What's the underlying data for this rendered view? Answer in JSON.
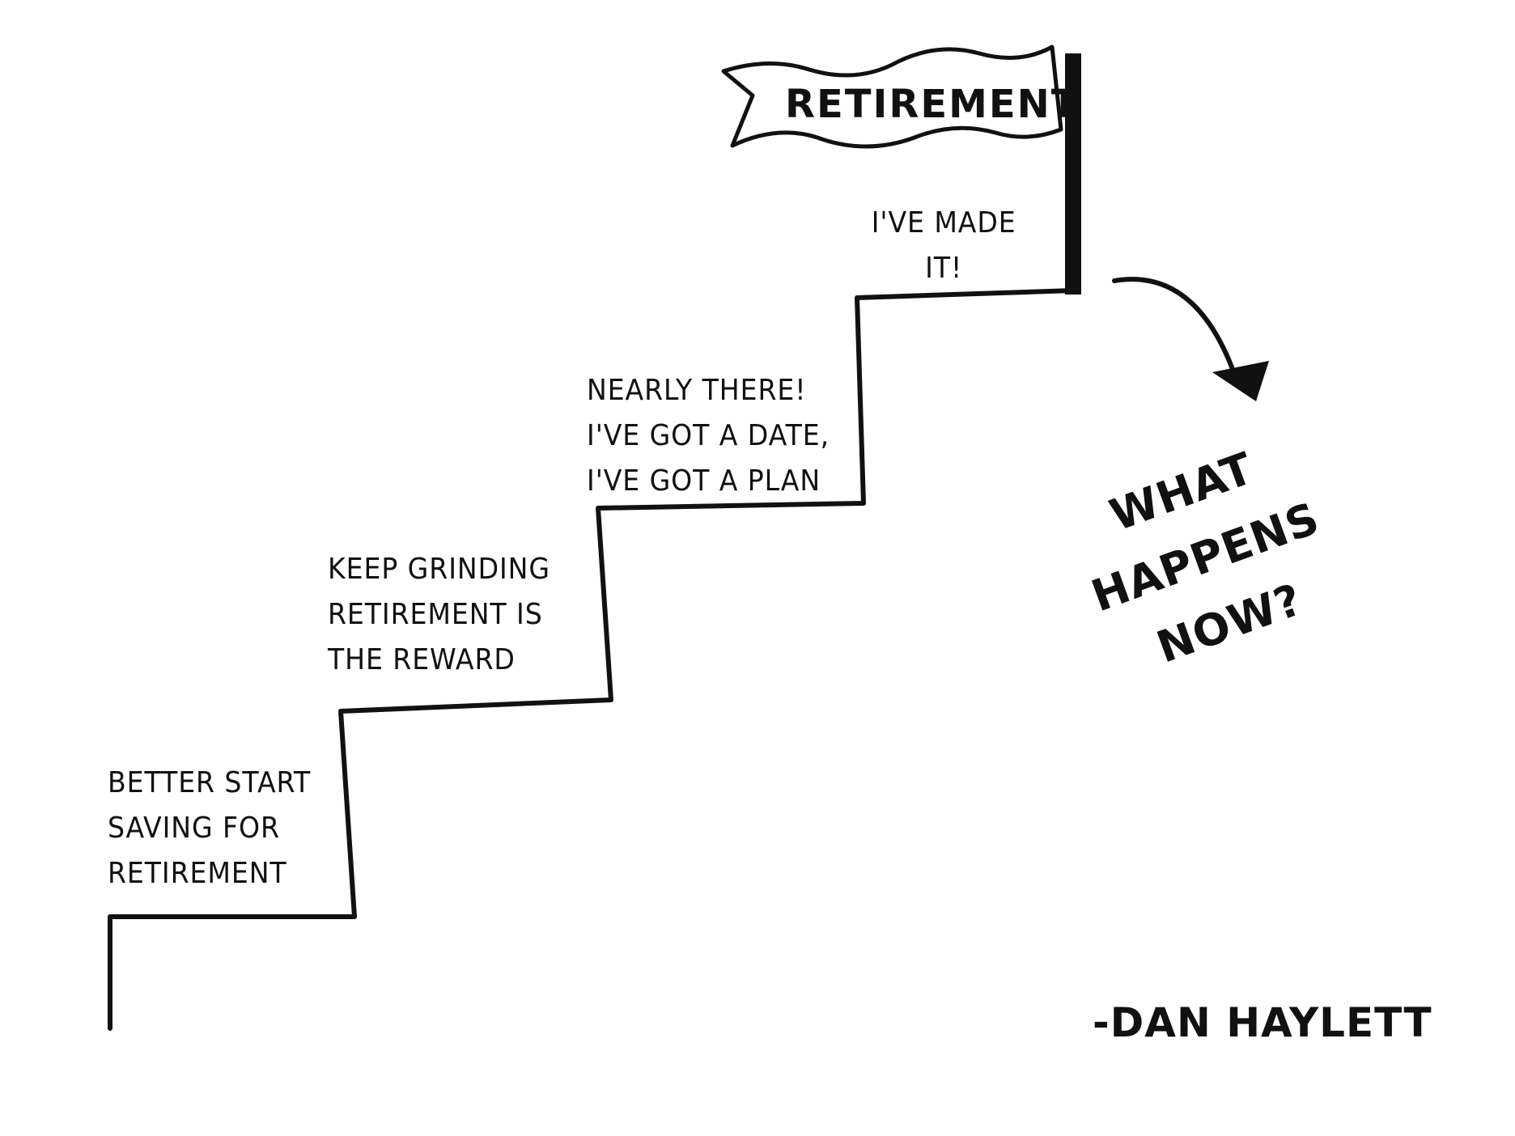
{
  "flag": {
    "label": "Retirement"
  },
  "steps": [
    {
      "lines": [
        "Better start",
        "saving for",
        "retirement"
      ]
    },
    {
      "lines": [
        "Keep grinding",
        "retirement is",
        "the reward"
      ]
    },
    {
      "lines": [
        "Nearly there!",
        "I've got a date,",
        "I've got a plan"
      ]
    },
    {
      "lines": [
        "I've made",
        "it!"
      ]
    }
  ],
  "question": {
    "lines": [
      "What happens",
      "now?"
    ]
  },
  "signature": "-Dan Haylett",
  "colors": {
    "ink": "#111111",
    "background": "#ffffff"
  }
}
